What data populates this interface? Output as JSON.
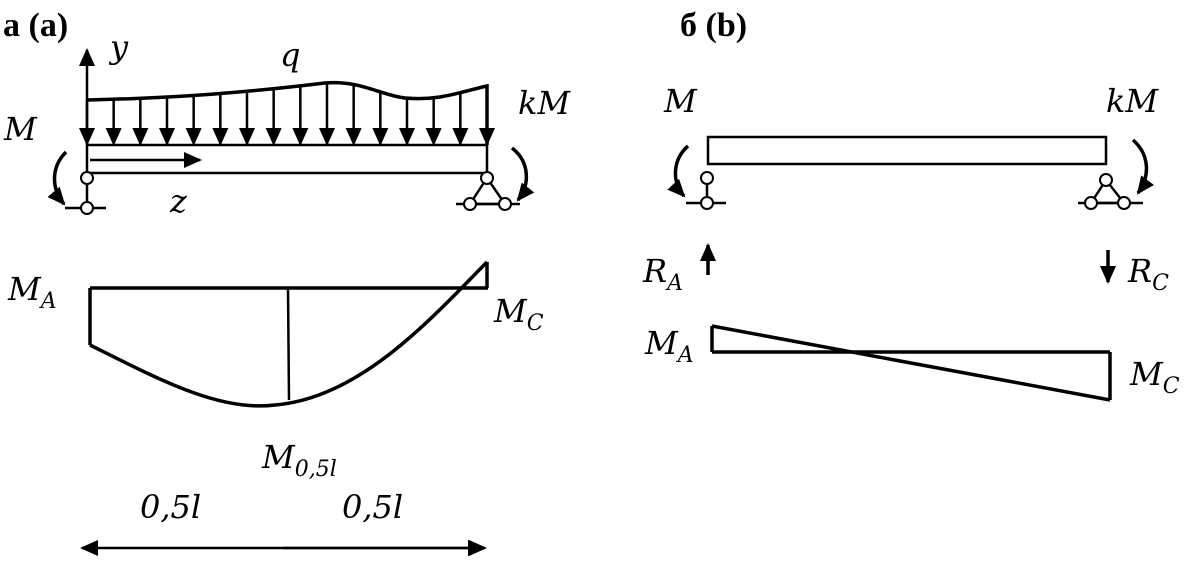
{
  "panel_a": {
    "title": "а (a)",
    "axis_y": "y",
    "axis_z": "z",
    "load": "q",
    "moment_left": "M",
    "moment_right": "kM",
    "diagram_left": {
      "main": "M",
      "sub": "A"
    },
    "diagram_right": {
      "main": "M",
      "sub": "C"
    },
    "diagram_mid": {
      "main": "M",
      "sub": "0,5l"
    },
    "dim_left": "0,5l",
    "dim_right": "0,5l"
  },
  "panel_b": {
    "title": "б (b)",
    "moment_left": "M",
    "moment_right": "kM",
    "reaction_left": {
      "main": "R",
      "sub": "A"
    },
    "reaction_right": {
      "main": "R",
      "sub": "C"
    },
    "diagram_left": {
      "main": "M",
      "sub": "A"
    },
    "diagram_right": {
      "main": "M",
      "sub": "C"
    }
  }
}
